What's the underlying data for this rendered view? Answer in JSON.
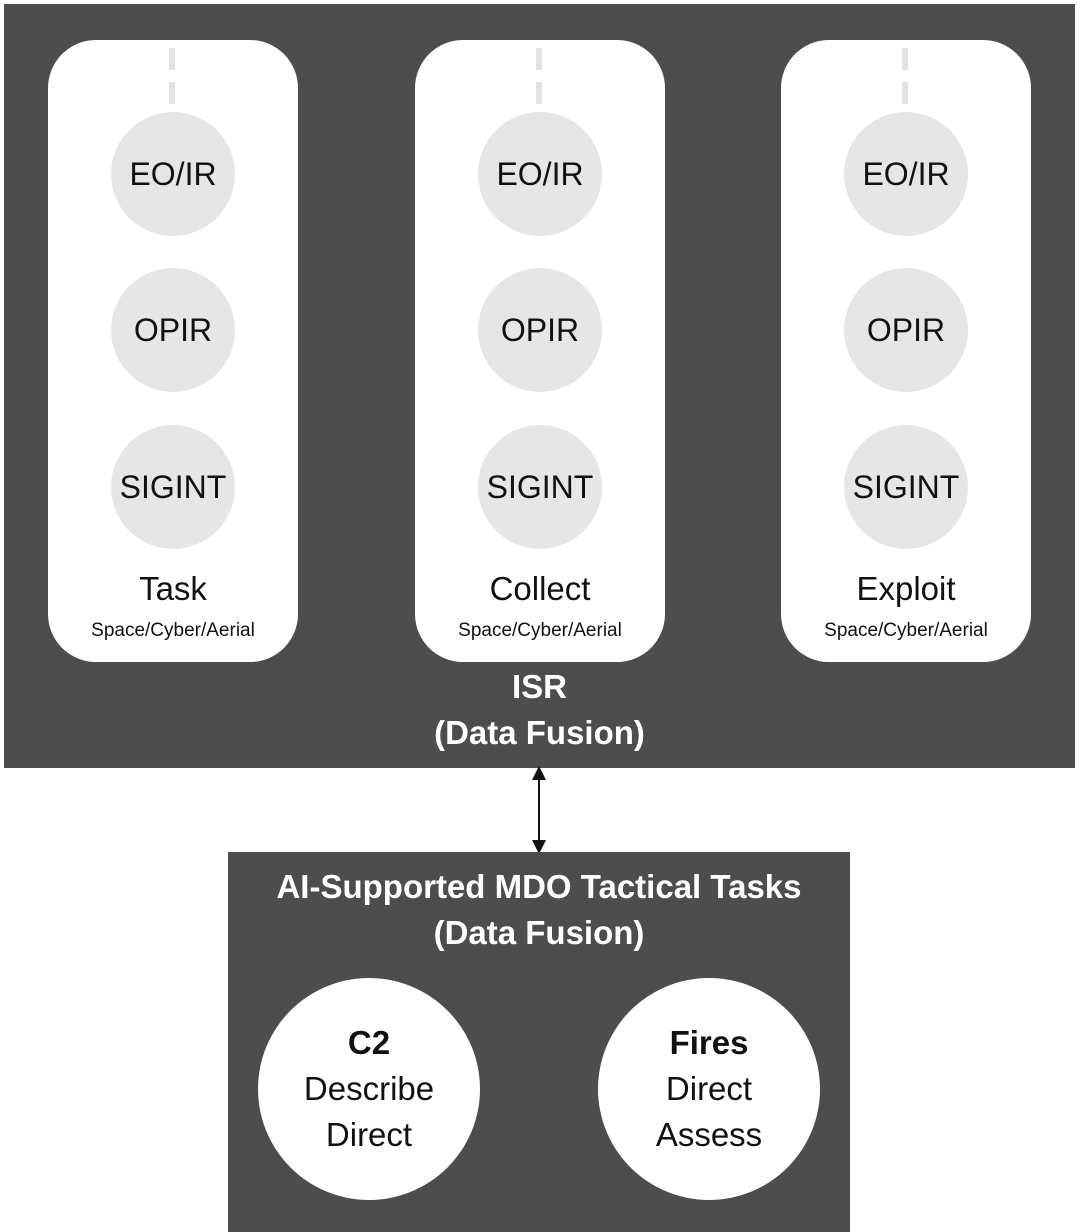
{
  "isr": {
    "title_line1": "ISR",
    "title_line2": "(Data Fusion)",
    "columns": [
      {
        "title": "Task",
        "subtitle": "Space/Cyber/Aerial",
        "sensors": [
          "EO/IR",
          "OPIR",
          "SIGINT"
        ]
      },
      {
        "title": "Collect",
        "subtitle": "Space/Cyber/Aerial",
        "sensors": [
          "EO/IR",
          "OPIR",
          "SIGINT"
        ]
      },
      {
        "title": "Exploit",
        "subtitle": "Space/Cyber/Aerial",
        "sensors": [
          "EO/IR",
          "OPIR",
          "SIGINT"
        ]
      }
    ]
  },
  "tasks": {
    "title_line1": "AI-Supported MDO Tactical Tasks",
    "title_line2": "(Data Fusion)",
    "c2": {
      "head": "C2",
      "lines": [
        "Describe",
        "Direct"
      ]
    },
    "fires": {
      "head": "Fires",
      "lines": [
        "Direct",
        "Assess"
      ]
    }
  },
  "colors": {
    "panel": "#4d4d4d",
    "card": "#ffffff",
    "sensor_circle": "#e6e6e6",
    "text_dark": "#111111",
    "text_light": "#ffffff"
  }
}
